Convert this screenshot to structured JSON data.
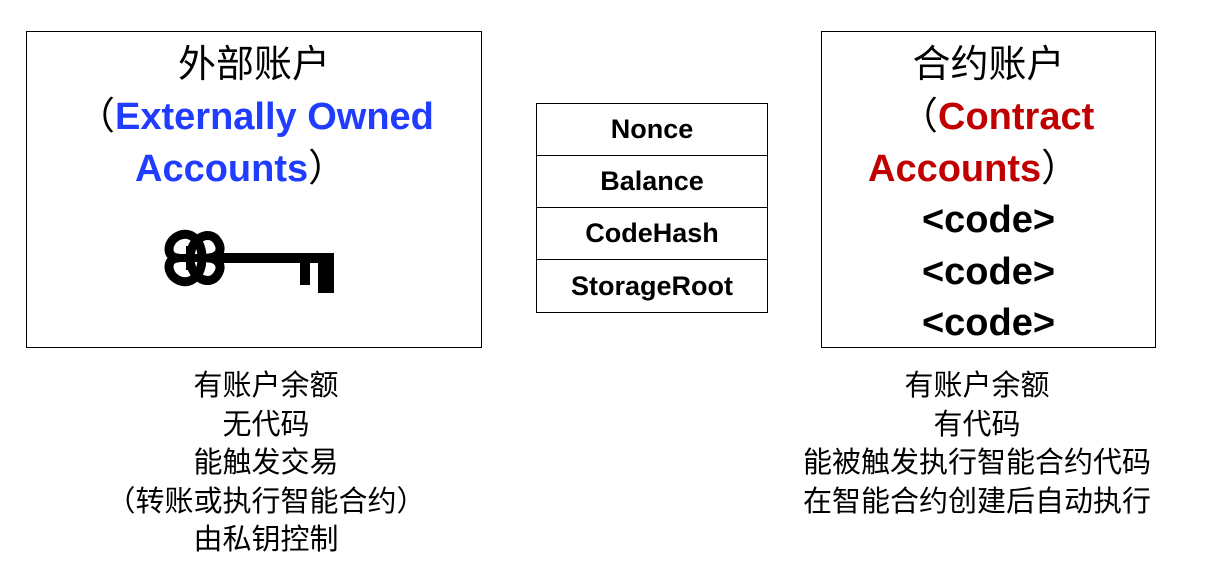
{
  "eoa": {
    "title_cn": "外部账户",
    "paren_open": "（",
    "name_en_line1": "Externally Owned",
    "name_en_line2": "Accounts",
    "paren_close": "）",
    "icon": "key-icon",
    "name_color": "#1f3cff",
    "features": [
      "有账户余额",
      "无代码",
      "能触发交易",
      "（转账或执行智能合约）",
      "由私钥控制"
    ]
  },
  "account_fields": [
    "Nonce",
    "Balance",
    "CodeHash",
    "StorageRoot"
  ],
  "contract": {
    "title_cn": "合约账户",
    "paren_open": "（",
    "name_en_line1": "Contract",
    "name_en_line2": "Accounts",
    "paren_close": "）",
    "code_lines": [
      "<code>",
      "<code>",
      "<code>"
    ],
    "name_color": "#c00000",
    "features": [
      "有账户余额",
      "有代码",
      "能被触发执行智能合约代码",
      "在智能合约创建后自动执行"
    ]
  }
}
